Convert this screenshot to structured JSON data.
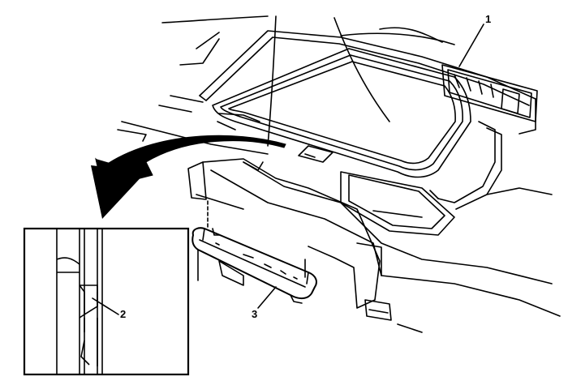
{
  "callouts": [
    {
      "id": "1",
      "label": "1"
    },
    {
      "id": "2",
      "label": "2"
    },
    {
      "id": "3",
      "label": "3"
    }
  ],
  "colors": {
    "line": "#000000",
    "background": "#ffffff",
    "arrow": "#000000"
  },
  "icons": {
    "removal_arrow": "curved-arrow-left-icon"
  }
}
